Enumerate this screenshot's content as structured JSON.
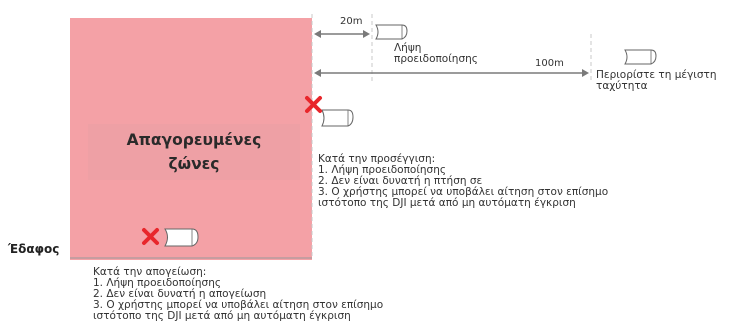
{
  "zone": {
    "title_line1": "Απαγορευμένες",
    "title_line2": "ζώνες",
    "fill_color": "#f4a1a6"
  },
  "distances": {
    "near": "20m",
    "far": "100m"
  },
  "warning_label": {
    "line1": "Λήψη",
    "line2": "προειδοποίησης"
  },
  "speed_label": {
    "line1": "Περιορίστε τη μέγιστη",
    "line2": "ταχύτητα"
  },
  "approach_notes": {
    "heading": "Κατά την προσέγγιση:",
    "items": [
      "1. Λήψη προειδοποίησης",
      "2. Δεν είναι δυνατή η πτήση σε",
      "3. Ο χρήστης μπορεί να υποβάλει αίτηση στον επίσημο",
      "ιστότοπο της DJI μετά από μη αυτόματη έγκριση"
    ]
  },
  "ground_label": "Έδαφος",
  "takeoff_notes": {
    "heading": "Κατά την απογείωση:",
    "items": [
      "1. Λήψη προειδοποίησης",
      "2. Δεν είναι δυνατή η απογείωση",
      "3. Ο χρήστης μπορεί να υποβάλει αίτηση στον επίσημο",
      "ιστότοπο της DJI μετά από μη αυτόματη έγκριση"
    ]
  },
  "icons": [
    "aircraft-icon",
    "red-x-icon",
    "double-arrow-icon"
  ],
  "colors": {
    "x_mark": "#e8262b",
    "arrow": "#7a7a7a",
    "line": "#c8c8c8"
  }
}
